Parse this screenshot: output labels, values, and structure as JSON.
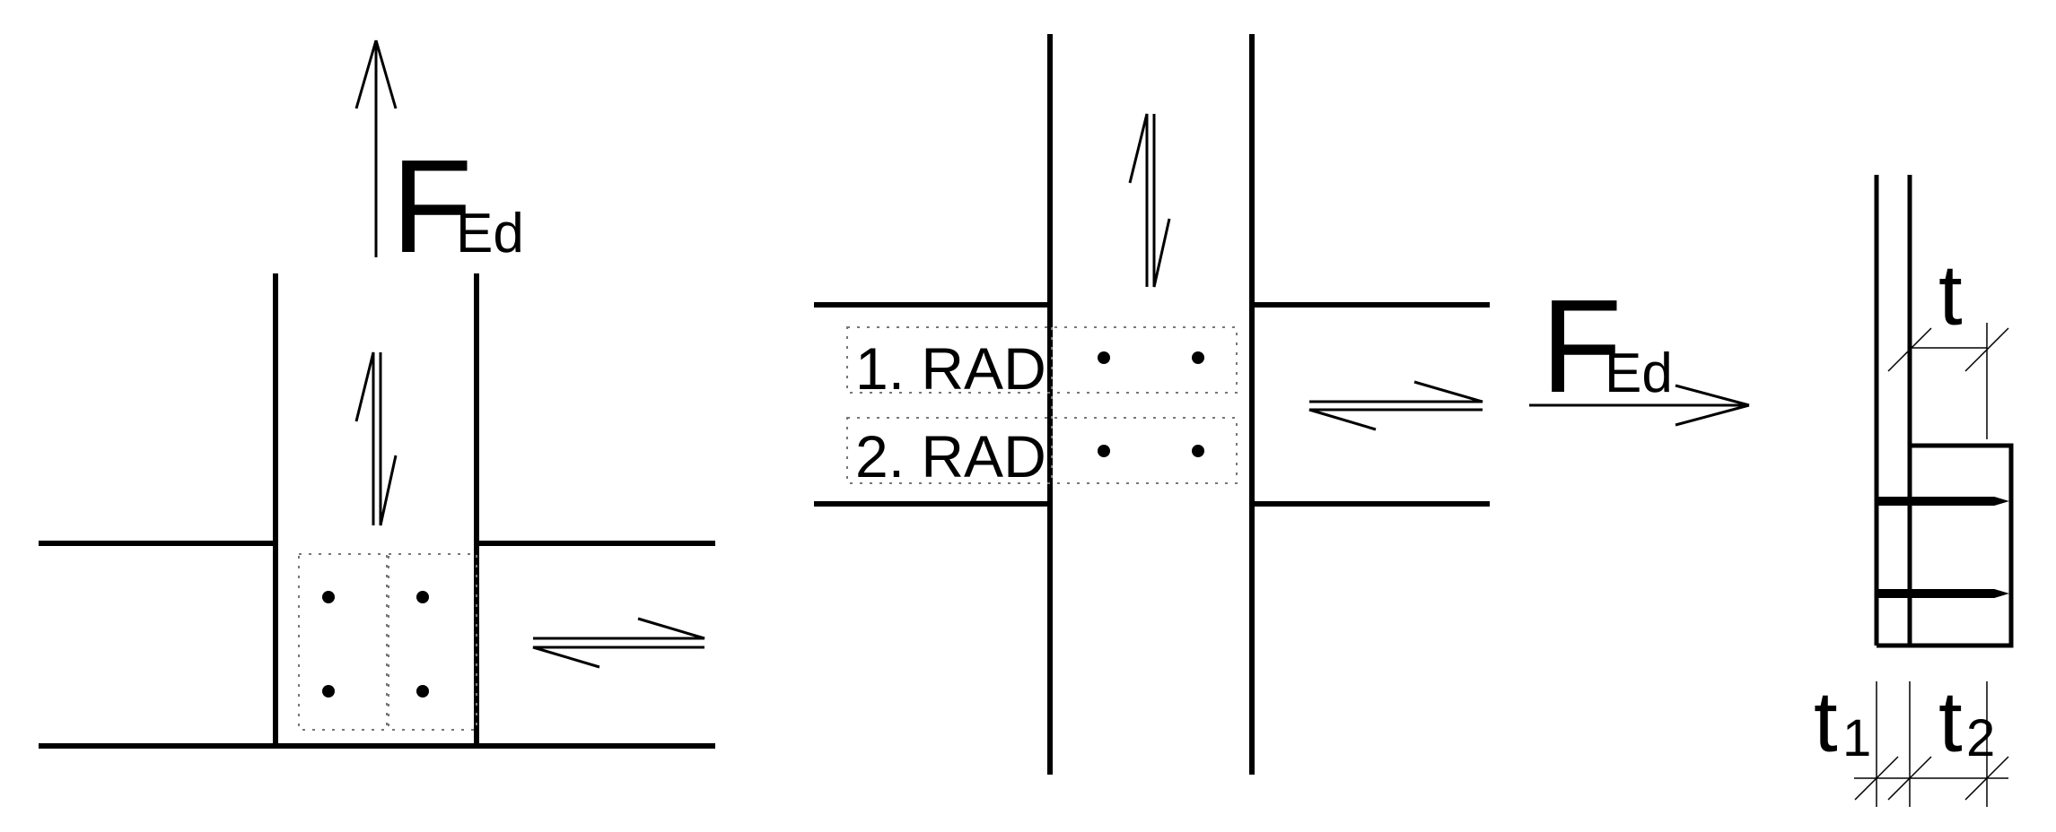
{
  "diagram": {
    "force_symbol": "F",
    "force_subscript": "Ed",
    "rows": [
      "1. RAD",
      "2. RAD"
    ],
    "thickness": {
      "total": "t",
      "t1_symbol": "t",
      "t1_index": "1",
      "t2_symbol": "t",
      "t2_index": "2"
    }
  }
}
